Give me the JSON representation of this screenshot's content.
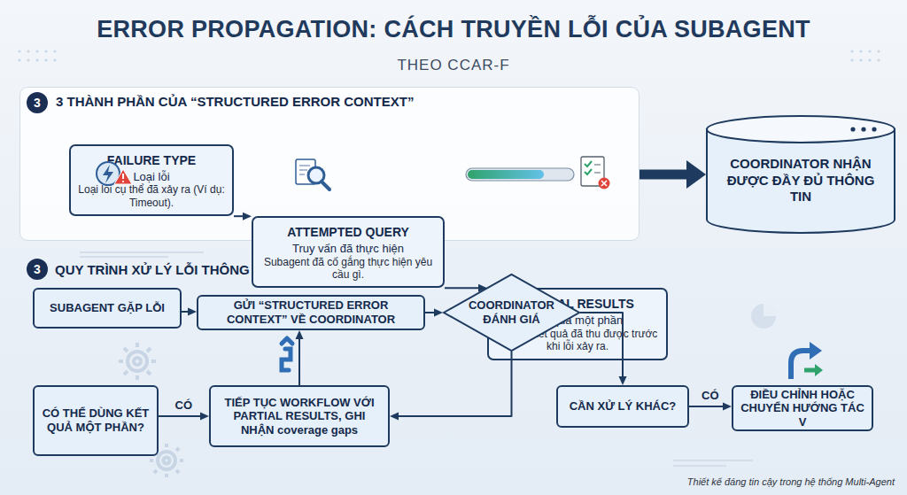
{
  "diagram": {
    "title": "ERROR PROPAGATION: CÁCH TRUYỀN LỖI CỦA SUBAGENT",
    "caption": "Thiết kế đáng tin cậy trong hệ thống Multi-Agent",
    "nodes": [
      {
        "text": [
          "3"
        ]
      },
      {
        "text": [
          "3 THÀNH PHẦN CỦA “STRUCTURED ERROR CONTEXT”"
        ]
      },
      {
        "text": [
          "FAILURE TYPE",
          "Loại lỗi",
          "Loại lỗi cụ thể đã xảy ra (Ví dụ: Timeout)."
        ],
        "in": 1
      },
      {
        "text": [
          "ATTEMPTED QUERY",
          "Truy vấn đã thực hiện",
          "Subagent đã cố gắng thực hiện yêu cầu gì."
        ],
        "in": 1
      },
      {
        "text": [
          "PARTIAL RESULTS",
          "Kết quả một phần",
          "Những kết quả đã thu được trước khi lỗi xảy ra."
        ],
        "in": 1
      },
      {
        "text": [
          "COORDINATOR NHẬN ĐƯỢC ĐẦY ĐỦ THÔNG TIN"
        ]
      },
      {
        "text": [
          "3"
        ]
      },
      {
        "text": [
          "SUBAGENT GẶP LỖI"
        ]
      },
      {
        "text": [
          "GỬI “STRUCTURED ERROR CONTEXT” VỀ COORDINATOR"
        ]
      },
      {
        "text": [
          "COORDINATOR ĐÁNH GIÁ"
        ]
      },
      {
        "text": [
          "CÓ THỂ DÙNG KẾT QUẢ MỘT PHẦN?"
        ]
      },
      {
        "text": [
          "TIẾP TỤC WORKFLOW VỚI PARTIAL RESULTS, GHI NHẬN coverage gaps"
        ]
      },
      {
        "text": [
          "CẦN XỬ LÝ KHÁC?"
        ]
      },
      {
        "text": [
          "ĐIỀU CHỈNH HOẶC CHUYỂN HƯỚNG TÁC V"
        ]
      }
    ],
    "edges": [
      {
        "from": 2,
        "to": 3,
        "arrow": "to"
      },
      {
        "from": 3,
        "to": 4,
        "arrow": "to"
      },
      {
        "from": 1,
        "to": 5,
        "arrow": "to"
      },
      {
        "from": 7,
        "to": 8,
        "arrow": "to"
      },
      {
        "from": 8,
        "to": 9,
        "arrow": "to"
      },
      {
        "from": 9,
        "to": 12,
        "arrow": "to"
      },
      {
        "from": 9,
        "to": 11,
        "arrow": "to"
      },
      {
        "from": 10,
        "to": 11,
        "label": "CÓ",
        "arrow": "to"
      },
      {
        "from": 12,
        "to": 13,
        "label": "CÓ",
        "arrow": "to"
      },
      {
        "from": 11,
        "to": 8,
        "arrow": "to"
      }
    ],
    "labels": [
      "THEO CCAR-F",
      "QUY TRÌNH XỬ LÝ LỖI THÔNG MINH"
    ]
  }
}
